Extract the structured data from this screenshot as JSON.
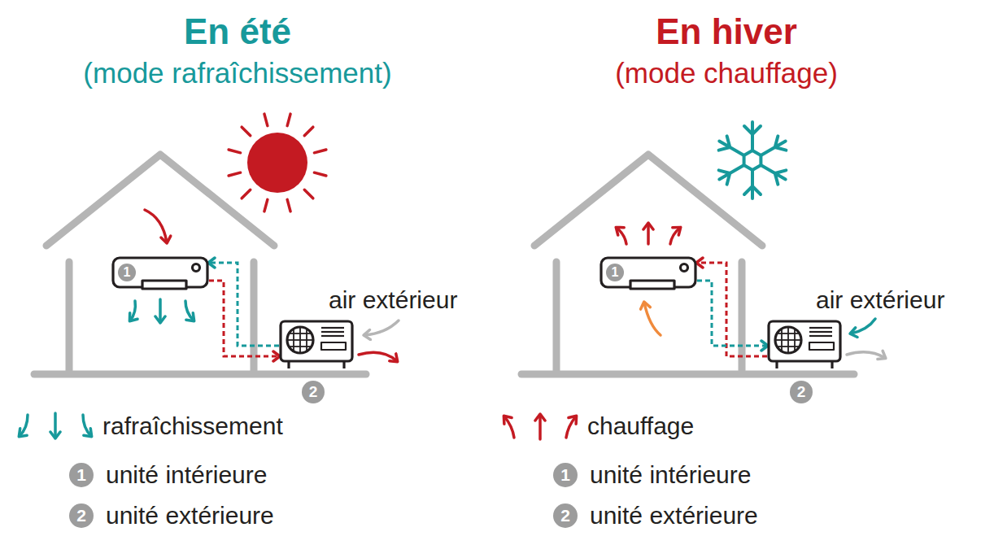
{
  "diagram": {
    "nodes": [
      {
        "text": [
          "1"
        ]
      },
      {
        "text": [
          "2"
        ]
      },
      {
        "text": [
          "1"
        ]
      },
      {
        "text": [
          "2"
        ]
      }
    ],
    "edges": [
      {
        "from": 0,
        "to": 1,
        "arrow": "to"
      },
      {
        "from": 1,
        "to": 0,
        "arrow": "to"
      },
      {
        "from": 3,
        "to": 2,
        "arrow": "to"
      },
      {
        "from": 2,
        "to": 3,
        "arrow": "to"
      }
    ],
    "labels": [
      "En été",
      "(mode rafraîchissement)",
      "En hiver",
      "(mode chauffage)",
      "air extérieur",
      "air extérieur",
      "1",
      "2",
      "1",
      "2"
    ],
    "legend": [
      {
        "text": "rafraîchissement"
      },
      {
        "text": "unité intérieure"
      },
      {
        "text": "unité extérieure"
      },
      {
        "text": "chauffage"
      },
      {
        "text": "unité intérieure"
      },
      {
        "text": "unité extérieure"
      }
    ]
  }
}
